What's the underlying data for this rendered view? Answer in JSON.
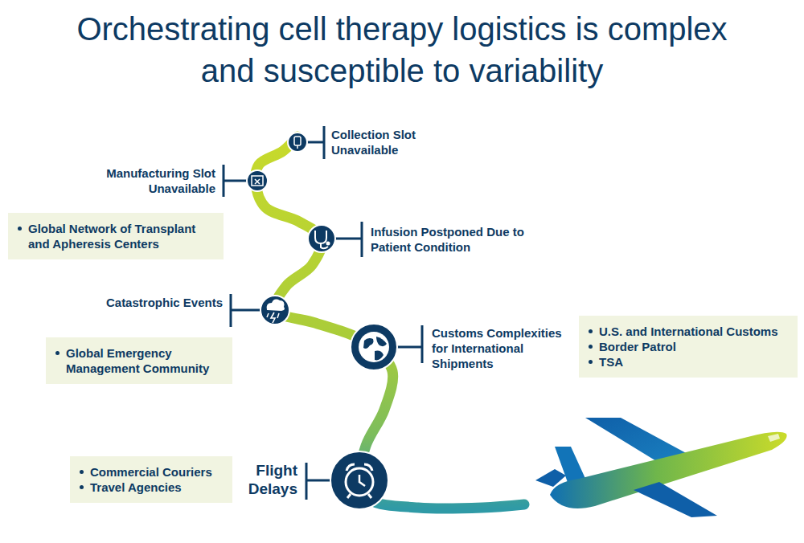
{
  "diagram": {
    "title": "Orchestrating cell therapy logistics is complex and susceptible to variability",
    "nodes": [
      {
        "text": [
          "Global Network of Transplant and Apheresis Centers"
        ]
      },
      {
        "text": [
          "U.S. and International Customs",
          "Border Patrol",
          "TSA"
        ]
      },
      {
        "text": [
          "Global Emergency Management Community"
        ]
      },
      {
        "text": [
          "Commercial Couriers",
          "Travel Agencies"
        ]
      }
    ],
    "labels": [
      "Collection Slot Unavailable",
      "Manufacturing Slot Unavailable",
      "Infusion Postponed Due to Patient Condition",
      "Catastrophic Events",
      "Customs Complexities for International Shipments",
      "Flight Delays"
    ]
  }
}
